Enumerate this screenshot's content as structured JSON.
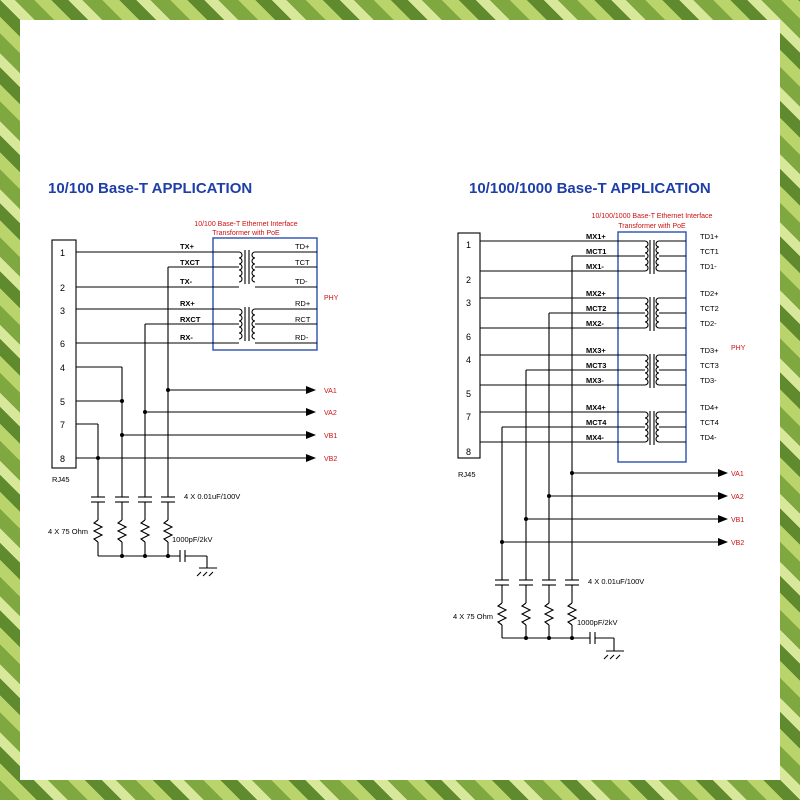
{
  "left": {
    "title": "10/100  Base-T  APPLICATION",
    "transformer_label_1": "10/100 Base-T Ethernet Interface",
    "transformer_label_2": "Transformer with PoE",
    "phy": "PHY",
    "rj45": "RJ45",
    "pins": [
      "1",
      "2",
      "3",
      "6",
      "4",
      "5",
      "7",
      "8"
    ],
    "left_signals": [
      "TX+",
      "TXCT",
      "TX-",
      "RX+",
      "RXCT",
      "RX-"
    ],
    "right_signals": [
      "TD+",
      "TCT",
      "TD-",
      "RD+",
      "RCT",
      "RD-"
    ],
    "outputs": [
      "VA1",
      "VA2",
      "VB1",
      "VB2"
    ],
    "cap_label": "4 X 0.01uF/100V",
    "res_label": "4 X 75 Ohm",
    "hv_cap_label": "1000pF/2kV"
  },
  "right": {
    "title": "10/100/1000  Base-T  APPLICATION",
    "transformer_label_1": "10/100/1000 Base-T Ethernet Interface",
    "transformer_label_2": "Transformer with PoE",
    "phy": "PHY",
    "rj45": "RJ45",
    "pins": [
      "1",
      "2",
      "3",
      "6",
      "4",
      "5",
      "7",
      "8"
    ],
    "left_signals": [
      "MX1+",
      "MCT1",
      "MX1-",
      "MX2+",
      "MCT2",
      "MX2-",
      "MX3+",
      "MCT3",
      "MX3-",
      "MX4+",
      "MCT4",
      "MX4-"
    ],
    "right_signals": [
      "TD1+",
      "TCT1",
      "TD1-",
      "TD2+",
      "TCT2",
      "TD2-",
      "TD3+",
      "TCT3",
      "TD3-",
      "TD4+",
      "TCT4",
      "TD4-"
    ],
    "outputs": [
      "VA1",
      "VA2",
      "VB1",
      "VB2"
    ],
    "cap_label": "4 X 0.01uF/100V",
    "res_label": "4 X 75 Ohm",
    "hv_cap_label": "1000pF/2kV"
  },
  "colors": {
    "title": "#1f3fa8",
    "annotation_red": "#cc1111",
    "transformer_box": "#2a4fb0",
    "background": "#ffffff"
  }
}
